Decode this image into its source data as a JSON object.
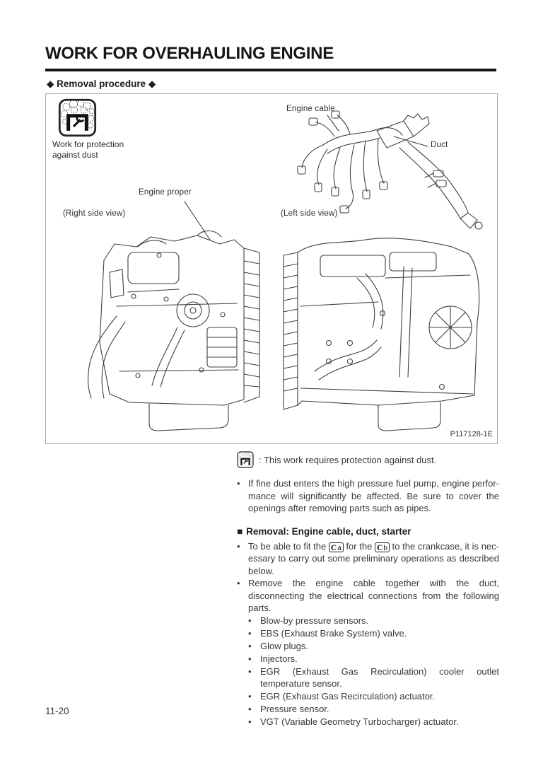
{
  "page": {
    "title": "WORK FOR OVERHAULING ENGINE",
    "procedure_heading": "◆ Removal procedure ◆",
    "page_number": "11-20"
  },
  "figure": {
    "protection_label_line1": "Work for protection",
    "protection_label_line2": "against dust",
    "engine_proper_label": "Engine proper",
    "right_view_label": "(Right side view)",
    "engine_cable_label": "Engine cable",
    "duct_label": "Duct",
    "left_view_label": "(Left side view)",
    "figure_code": "P117128-1E"
  },
  "notes": {
    "dust_note": ":  This work requires protection against dust.",
    "dust_bullet": "If fine dust enters the high pressure fuel pump, engine perfor­mance will significantly be affected. Be sure to cover the open­ings after removing parts such as pipes."
  },
  "removal": {
    "marker": "■",
    "heading": "Removal: Engine cable, duct, starter",
    "bullet_glyph": "•",
    "fit_pre": "To be able to fit the ",
    "tool_a": {
      "symbol": "C",
      "letter": "a"
    },
    "fit_mid": " for the ",
    "tool_b": {
      "symbol": "C",
      "letter": "b"
    },
    "fit_post": " to the crankcase, it is nec­essary to carry out some preliminary operations as described below.",
    "remove_bullet": "Remove the engine cable together with the duct, disconnecting the electrical connections from the following parts.",
    "parts": [
      "Blow-by pressure sensors.",
      "EBS (Exhaust Brake System) valve.",
      "Glow plugs.",
      "Injectors.",
      "EGR (Exhaust Gas Recirculation) cooler outlet temperature sensor.",
      "EGR (Exhaust Gas Recirculation) actuator.",
      "Pressure sensor.",
      "VGT (Variable Geometry Turbocharger) actuator."
    ]
  },
  "colors": {
    "ink": "#161616",
    "body_text": "#383838",
    "figure_border": "#a9a9a9"
  }
}
